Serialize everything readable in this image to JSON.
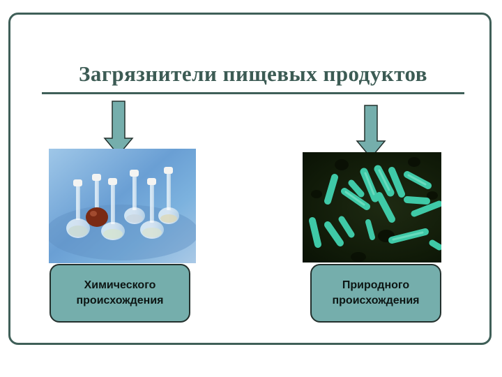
{
  "title": "Загрязнители пищевых продуктов",
  "colors": {
    "frame": "#3f5f58",
    "title": "#3c5b54",
    "arrow_fill": "#75aeac",
    "arrow_stroke": "#23302d",
    "box_fill": "#75aeac",
    "box_border": "#23302d"
  },
  "branches": [
    {
      "label_line1": "Химического",
      "label_line2": "происхождения",
      "image": "laboratory-flasks"
    },
    {
      "label_line1": "Природного",
      "label_line2": "происхождения",
      "image": "bacteria-micrograph"
    }
  ]
}
